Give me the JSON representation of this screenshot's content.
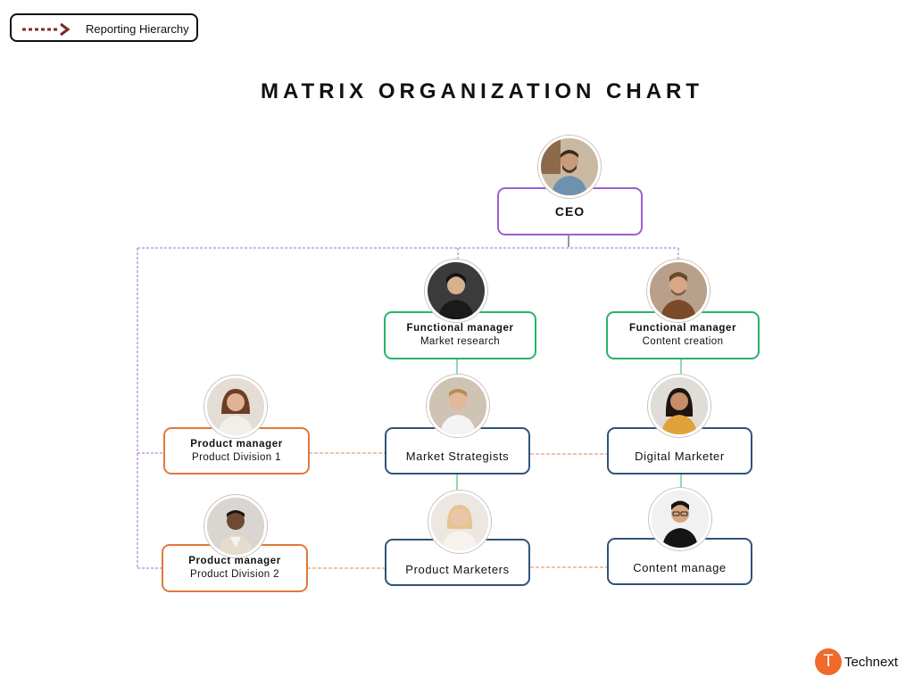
{
  "legend": {
    "label": "Reporting Hierarchy",
    "arrow_color": "#7a2a2a"
  },
  "title": "MATRIX ORGANIZATION CHART",
  "colors": {
    "ceo_border": "#9b5fd1",
    "functional_border": "#27b36a",
    "product_border": "#e0793a",
    "team_border": "#2f5478",
    "dashed_purple": "#b58be0",
    "dashed_orange": "#e0a07a"
  },
  "ceo": {
    "title": "CEO"
  },
  "functional": [
    {
      "title": "Functional manager",
      "subtitle": "Market research"
    },
    {
      "title": "Functional manager",
      "subtitle": "Content creation"
    }
  ],
  "product": [
    {
      "title": "Product manager",
      "subtitle": "Product Division 1"
    },
    {
      "title": "Product manager",
      "subtitle": "Product Division 2"
    }
  ],
  "teams": [
    {
      "title": "Market Strategists"
    },
    {
      "title": "Digital Marketer"
    },
    {
      "title": "Product Marketers"
    },
    {
      "title": "Content manage"
    }
  ],
  "brand": {
    "icon_letter": "T",
    "name": "Technext"
  }
}
